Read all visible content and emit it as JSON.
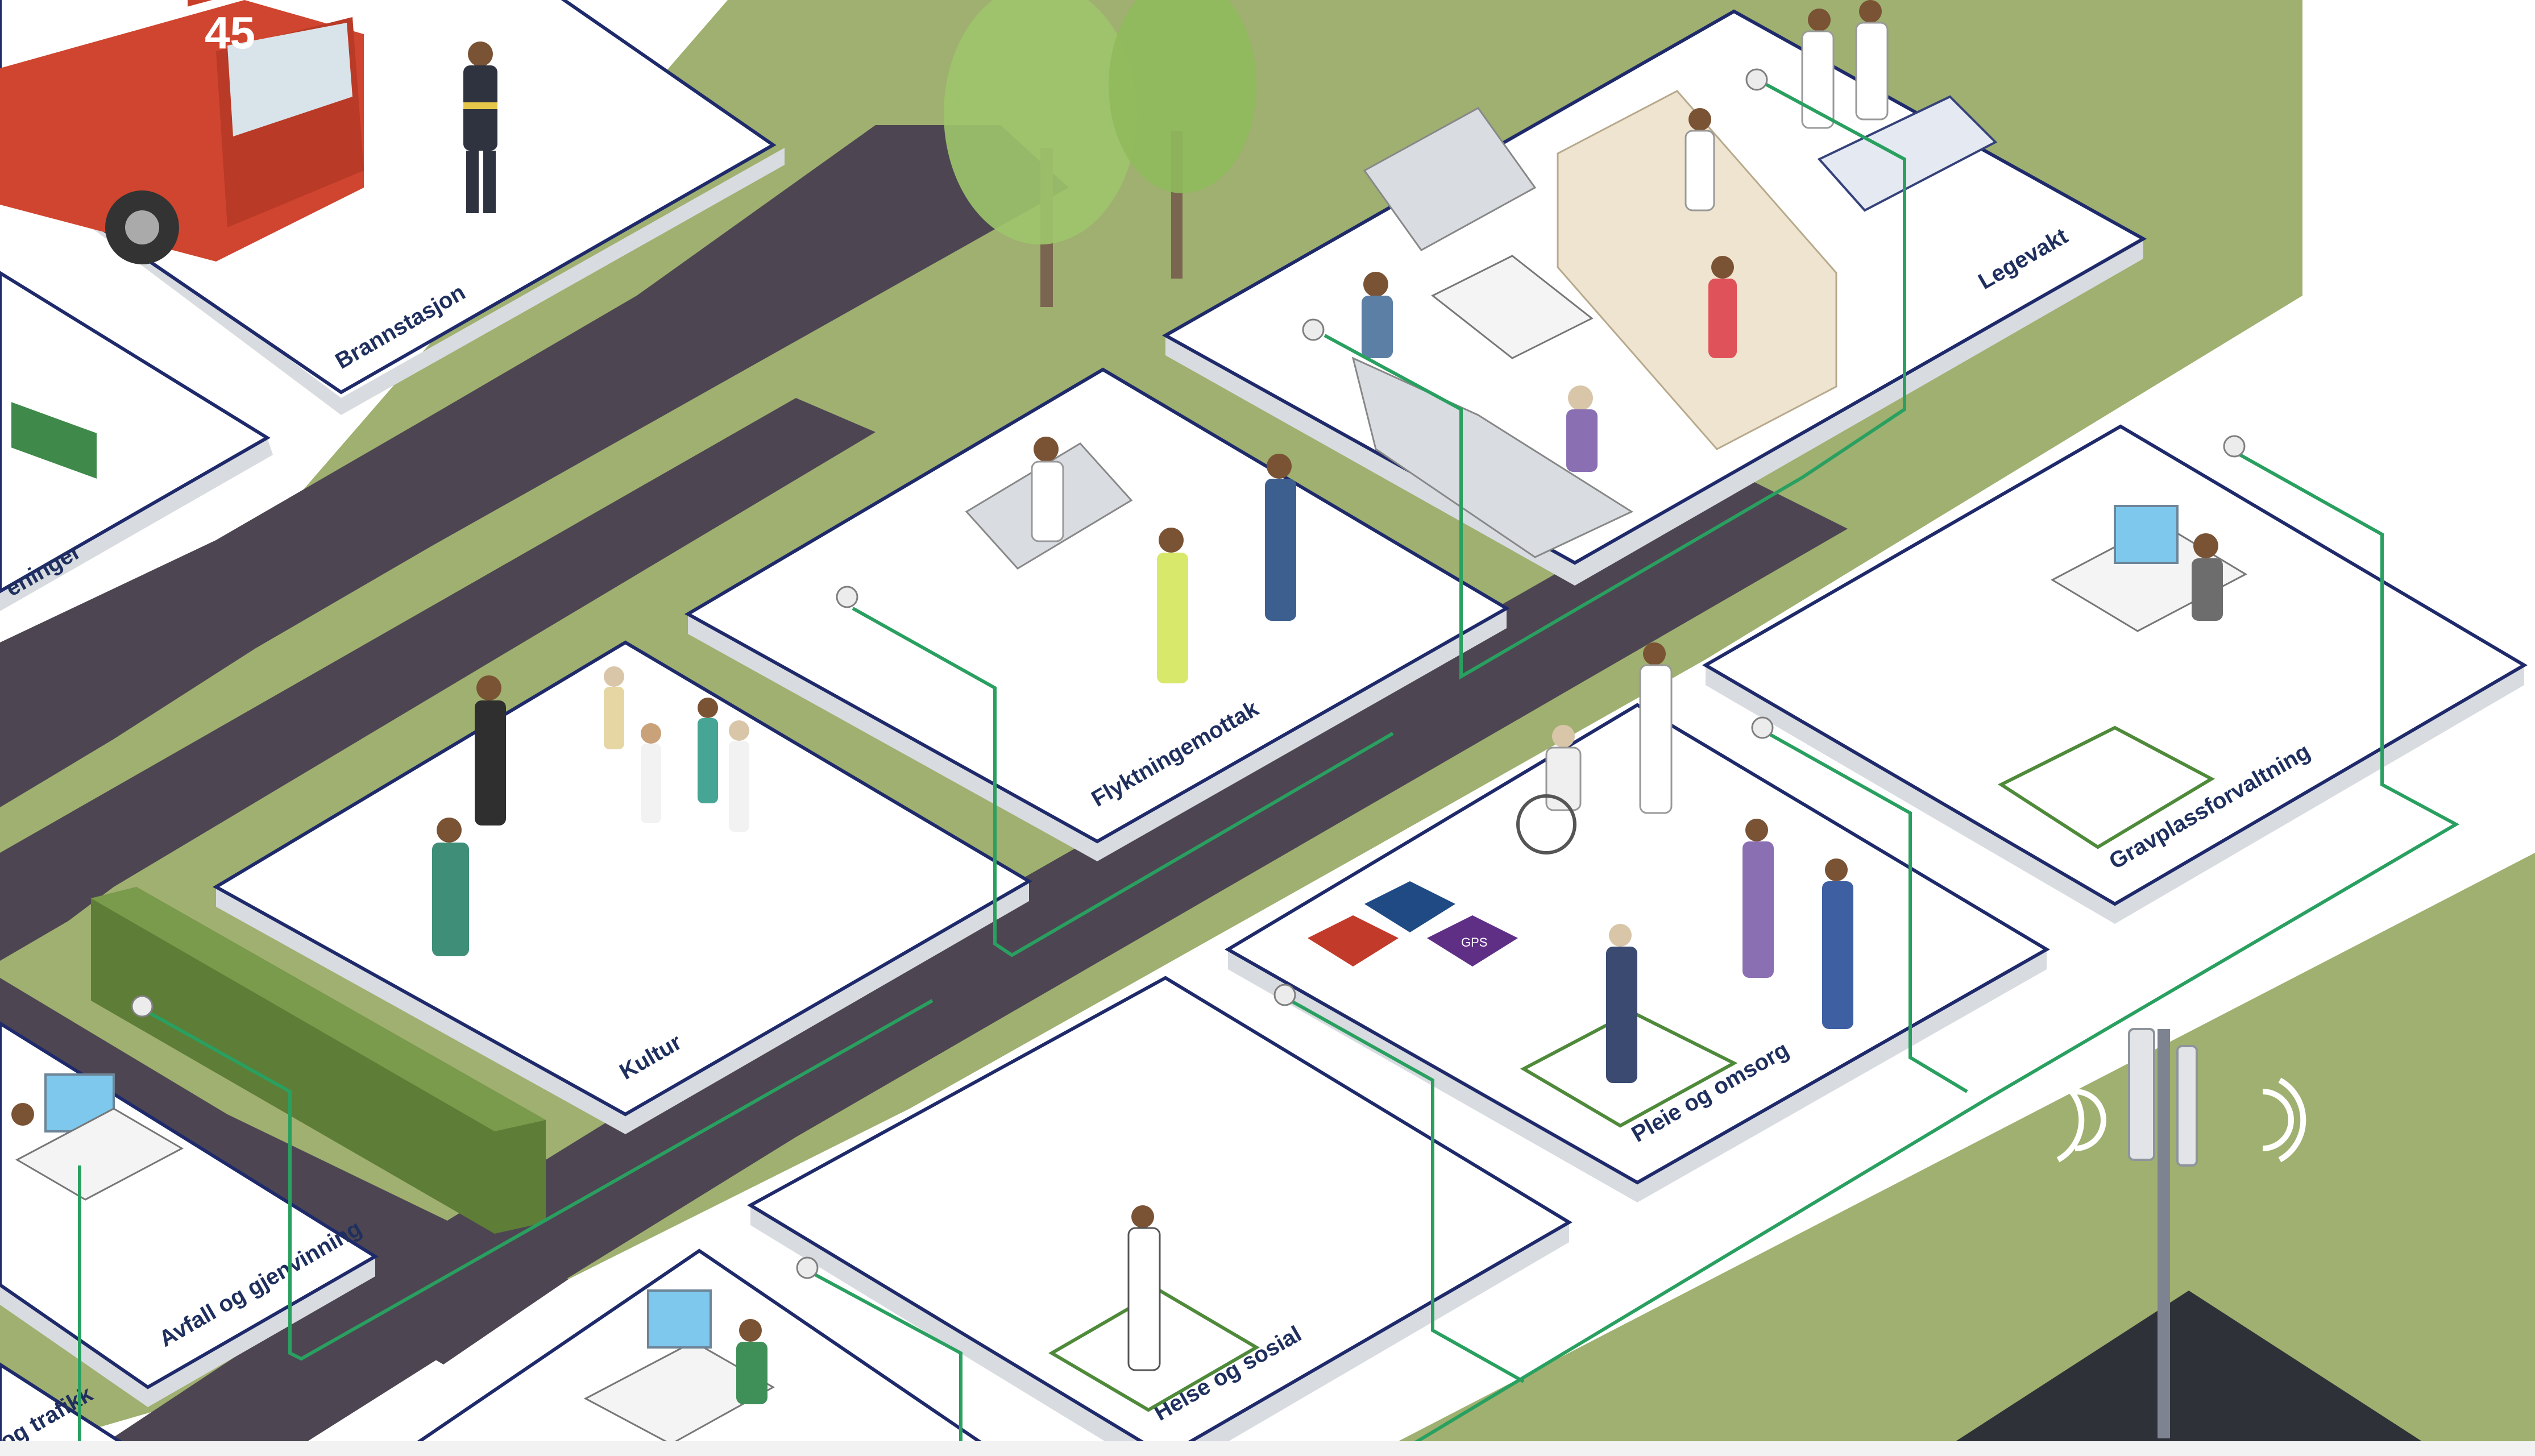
{
  "labels": {
    "brannstasjon": "Brannstasjon",
    "legevakt": "Legevakt",
    "flyktningemottak": "Flyktningemottak",
    "kultur": "Kultur",
    "gravplassforvaltning": "Gravplassforvaltning",
    "pleie_og_omsorg": "Pleie og omsorg",
    "helse_og_sosial": "Helse og sosial",
    "avfall_og_gjenvinning": "Avfall og gjenvinning",
    "og_trafikk": "og trafikk",
    "eninger": "eninger"
  },
  "fire_truck": {
    "number": "45"
  },
  "badges": {
    "gps": "GPS"
  },
  "colors": {
    "grass": "#9fb070",
    "road": "#4d4652",
    "pad_border": "#1f2a6b",
    "cable": "#29a060",
    "truck": "#d0452f"
  }
}
